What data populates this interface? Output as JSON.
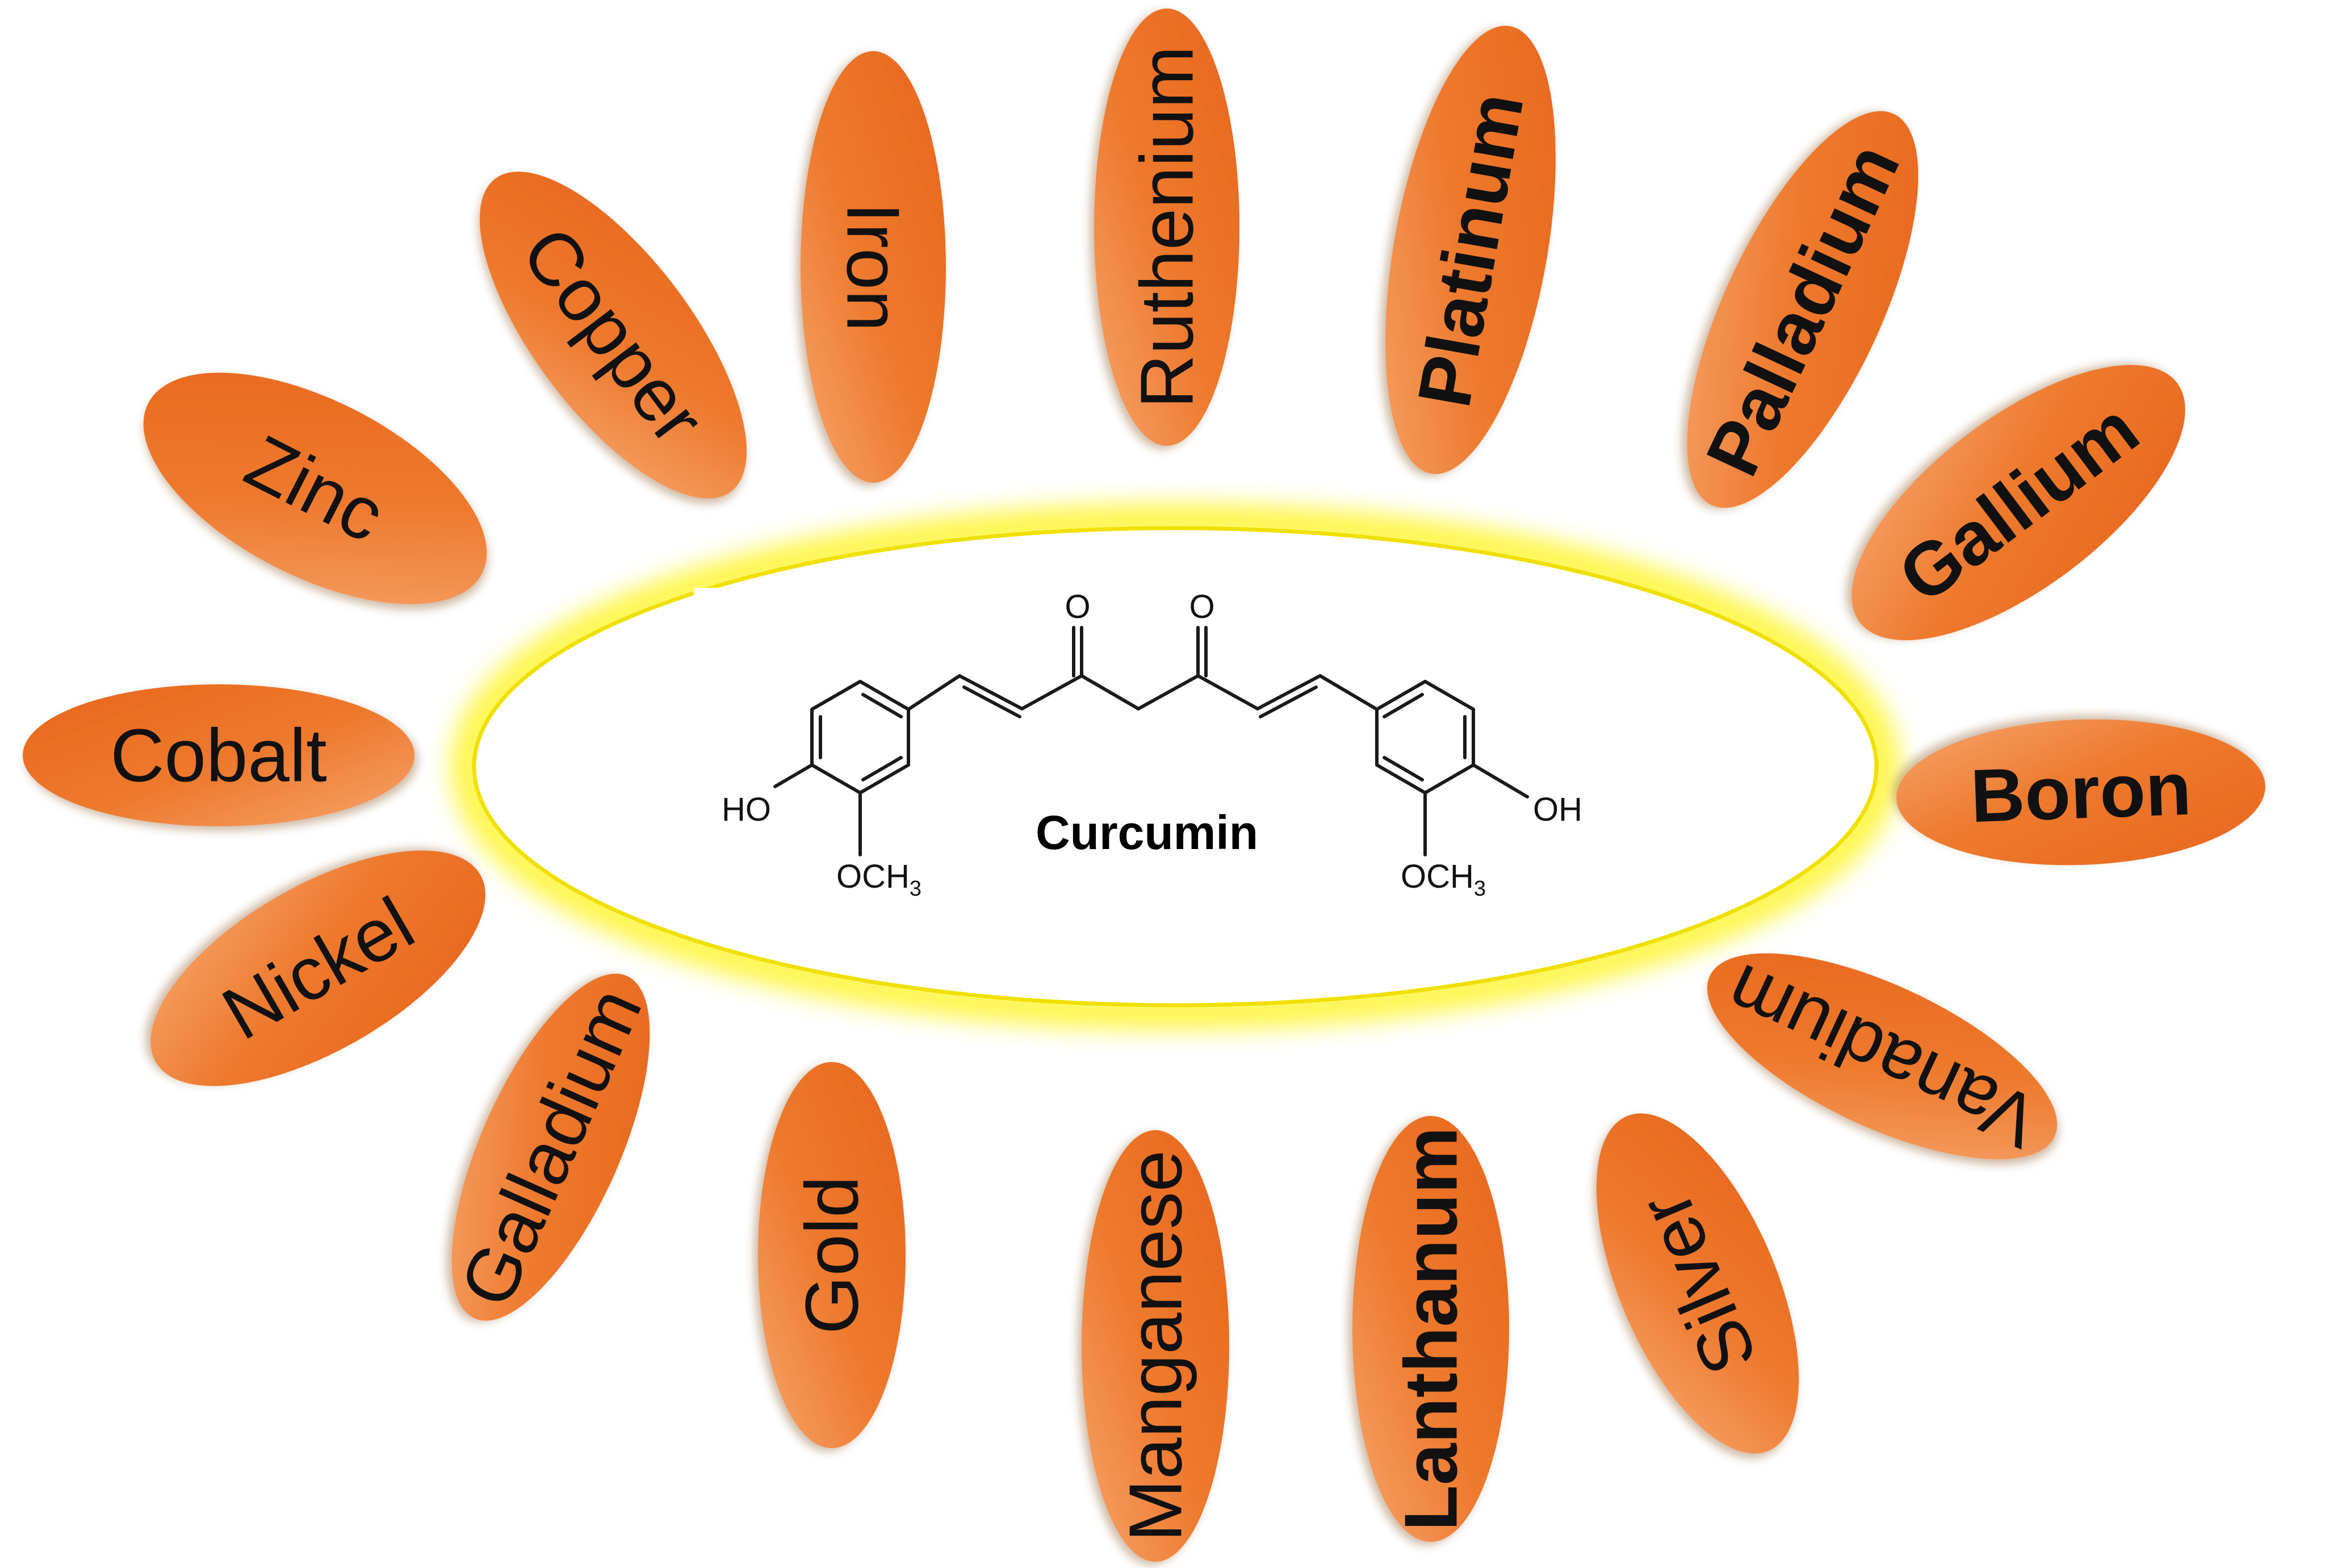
{
  "colors": {
    "petal_fill": "#ee7426",
    "petal_highlight": "#f7a46b",
    "glow": "#fff200",
    "glow_outline": "#f1e300",
    "text": "#111111"
  },
  "center": {
    "title": "Curcumin",
    "groups": {
      "oxygen_left": "O",
      "oxygen_right": "O",
      "hydroxyl_left": "HO",
      "hydroxyl_right": "OH",
      "methoxy_left": "OCH",
      "methoxy_right": "OCH",
      "methoxy_subscript": "3"
    }
  },
  "metals": [
    {
      "name": "Zinc",
      "bold": false
    },
    {
      "name": "Copper",
      "bold": false
    },
    {
      "name": "Iron",
      "bold": false
    },
    {
      "name": "Ruthenium",
      "bold": false
    },
    {
      "name": "Platinum",
      "bold": true
    },
    {
      "name": "Palladium",
      "bold": true
    },
    {
      "name": "Gallium",
      "bold": true
    },
    {
      "name": "Boron",
      "bold": true
    },
    {
      "name": "Vanadium",
      "bold": false
    },
    {
      "name": "Silver",
      "bold": false
    },
    {
      "name": "Lanthanum",
      "bold": true
    },
    {
      "name": "Manganese",
      "bold": false
    },
    {
      "name": "Gold",
      "bold": false
    },
    {
      "name": "Galladium",
      "bold": false
    },
    {
      "name": "Nickel",
      "bold": false
    },
    {
      "name": "Cobalt",
      "bold": false
    }
  ]
}
